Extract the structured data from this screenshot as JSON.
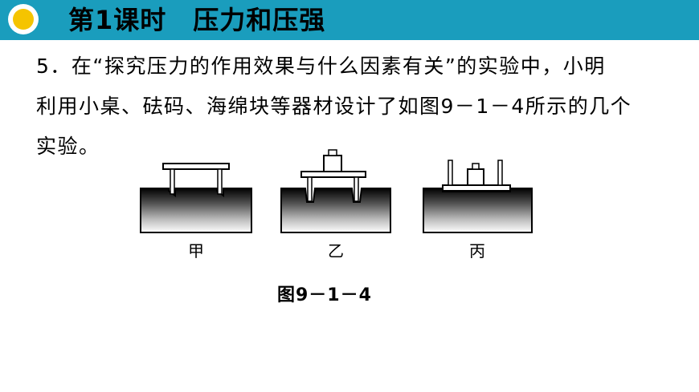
{
  "header": {
    "title": "第1课时　压力和压强",
    "accent_color": "#1a9dbd",
    "icon": "sun-icon"
  },
  "question": {
    "lines": [
      "5．在“探究压力的作用效果与什么因素有关”的实验中，小明",
      "利用小桌、砝码、海绵块等器材设计了如图9－1－4所示的几个",
      "实验。"
    ]
  },
  "figure": {
    "panels": [
      {
        "label": "甲"
      },
      {
        "label": "乙"
      },
      {
        "label": "丙"
      }
    ],
    "caption": "图9－1－4"
  }
}
